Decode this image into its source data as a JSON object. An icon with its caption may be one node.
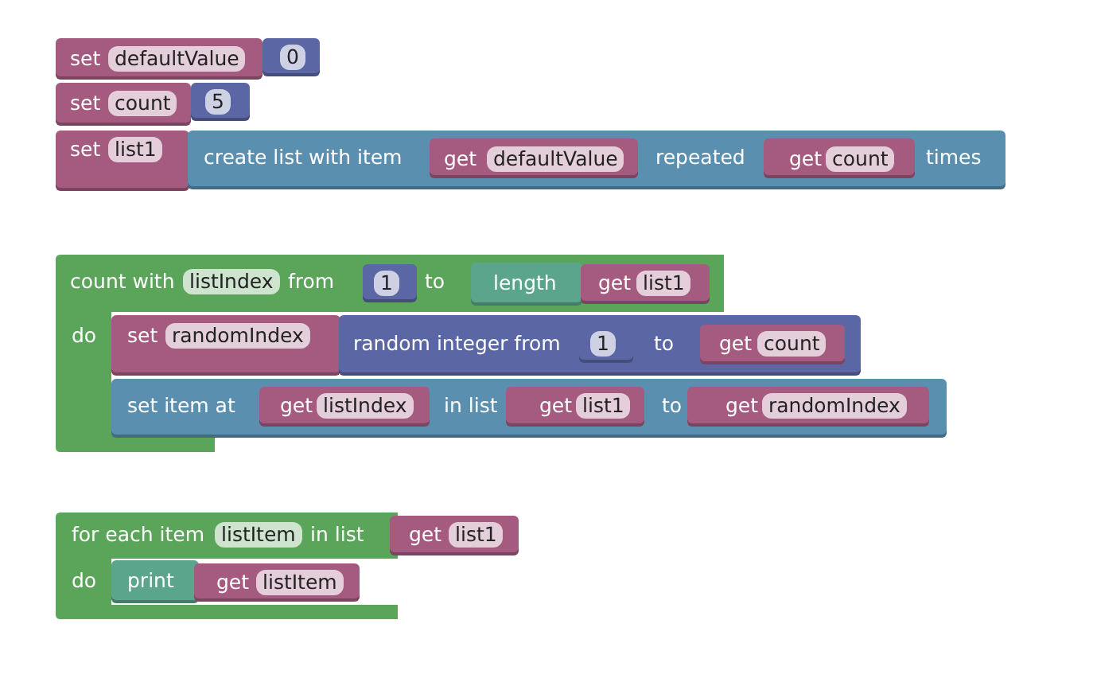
{
  "diagram": {
    "nodes": [
      {
        "text": [
          "set",
          "defaultValue"
        ]
      },
      {
        "text": [
          "0"
        ]
      },
      {
        "text": [
          "set",
          "count"
        ]
      },
      {
        "text": [
          "5"
        ]
      },
      {
        "text": [
          "set",
          "list1"
        ]
      },
      {
        "text": [
          "create list with item",
          "repeated",
          "times"
        ]
      },
      {
        "text": [
          "get",
          "defaultValue"
        ],
        "in": 5
      },
      {
        "text": [
          "get",
          "count"
        ],
        "in": 5
      },
      {
        "text": [
          "count with",
          "listIndex",
          "from",
          "to",
          "do"
        ]
      },
      {
        "text": [
          "1"
        ],
        "in": 8
      },
      {
        "text": [
          "length"
        ],
        "in": 8
      },
      {
        "text": [
          "get",
          "list1"
        ],
        "in": 8
      },
      {
        "text": [
          "set",
          "randomIndex"
        ],
        "in": 8
      },
      {
        "text": [
          "random integer from",
          "to"
        ]
      },
      {
        "text": [
          "1"
        ],
        "in": 13
      },
      {
        "text": [
          "get",
          "count"
        ],
        "in": 13
      },
      {
        "text": [
          "set item at",
          "in list",
          "to"
        ]
      },
      {
        "text": [
          "get",
          "listIndex"
        ],
        "in": 16
      },
      {
        "text": [
          "get",
          "list1"
        ],
        "in": 16
      },
      {
        "text": [
          "get",
          "randomIndex"
        ],
        "in": 16
      },
      {
        "text": [
          "for each item",
          "listItem",
          "in list",
          "do"
        ]
      },
      {
        "text": [
          "get",
          "list1"
        ]
      },
      {
        "text": [
          "print"
        ],
        "in": 20
      },
      {
        "text": [
          "get",
          "listItem"
        ],
        "in": 20
      }
    ]
  }
}
